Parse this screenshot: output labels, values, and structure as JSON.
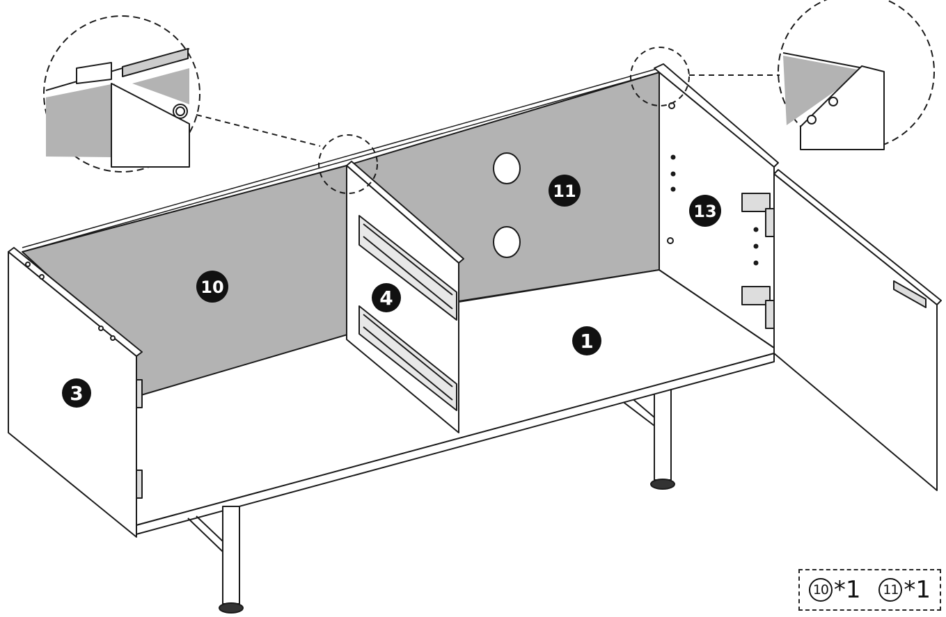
{
  "labels": {
    "bottom_panel": "1",
    "left_side_panel": "3",
    "middle_divider": "4",
    "back_panel_left": "10",
    "back_panel_right": "11",
    "right_side_panel": "13"
  },
  "parts_list": {
    "item1_number": "10",
    "item1_quantity": "*1",
    "item2_number": "11",
    "item2_quantity": "*1"
  },
  "colors": {
    "back_panel_fill": "#b3b3b3",
    "panel_fill": "#ffffff",
    "line": "#1a1a1a",
    "label_bg": "#111111"
  }
}
